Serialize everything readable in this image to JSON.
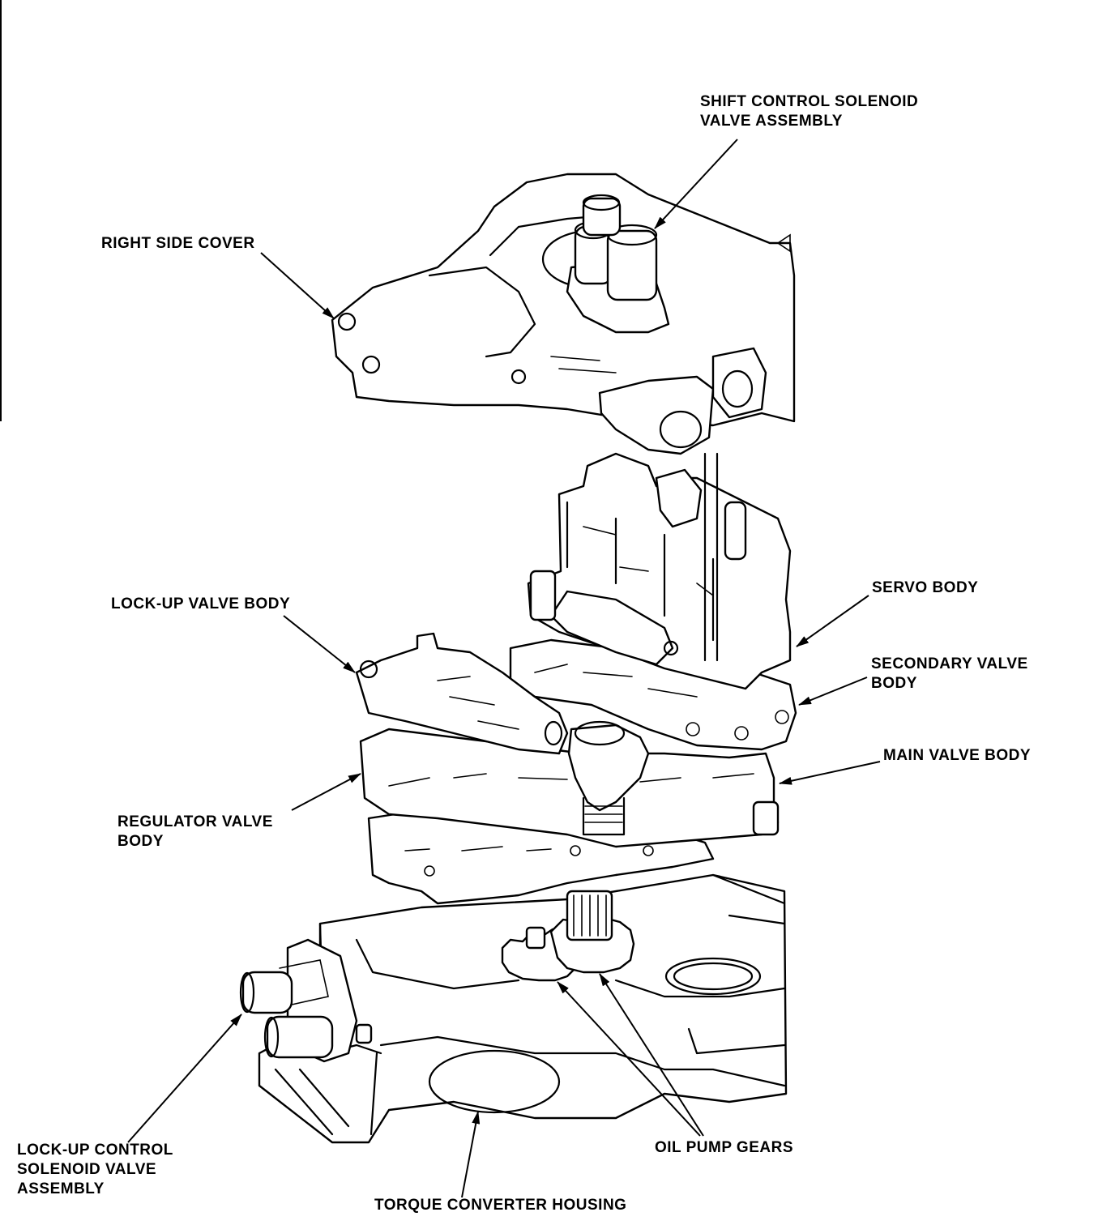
{
  "labels": {
    "shift_control": [
      "SHIFT CONTROL SOLENOID",
      "VALVE ASSEMBLY"
    ],
    "right_side_cover": "RIGHT SIDE COVER",
    "lockup_valve_body": "LOCK-UP VALVE BODY",
    "servo_body": "SERVO BODY",
    "secondary_valve_body": [
      "SECONDARY VALVE",
      "BODY"
    ],
    "main_valve_body": "MAIN VALVE BODY",
    "regulator_valve_body": [
      "REGULATOR VALVE",
      "BODY"
    ],
    "lockup_control": [
      "LOCK-UP CONTROL",
      "SOLENOID VALVE",
      "ASSEMBLY"
    ],
    "oil_pump_gears": "OIL PUMP GEARS",
    "torque_converter_housing": "TORQUE CONVERTER HOUSING"
  },
  "colors": {
    "ink": "#000000",
    "paper": "#ffffff"
  }
}
